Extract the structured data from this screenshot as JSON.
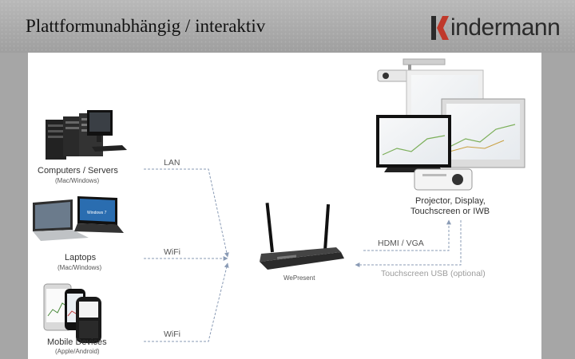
{
  "header": {
    "title": "Plattformunabhängig / interaktiv",
    "logo_text": "indermann",
    "logo_initial": "K"
  },
  "diagram": {
    "sources": [
      {
        "name": "Computers / Servers",
        "sub": "(Mac/Windows)"
      },
      {
        "name": "Laptops",
        "sub": "(Mac/Windows)"
      },
      {
        "name": "Mobile Devices",
        "sub": "(Apple/Android)"
      }
    ],
    "connections": {
      "lan": "LAN",
      "wifi_1": "WiFi",
      "wifi_2": "WiFi",
      "hdmi": "HDMI / VGA",
      "usb": "Touchscreen USB (optional)"
    },
    "hub": {
      "name": "WePresent"
    },
    "output": {
      "line1": "Projector, Display,",
      "line2": "Touchscreen or IWB"
    }
  },
  "colors": {
    "accent": "#c0392b",
    "arrow": "#8a9bb5",
    "frame": "#a6a6a6"
  }
}
